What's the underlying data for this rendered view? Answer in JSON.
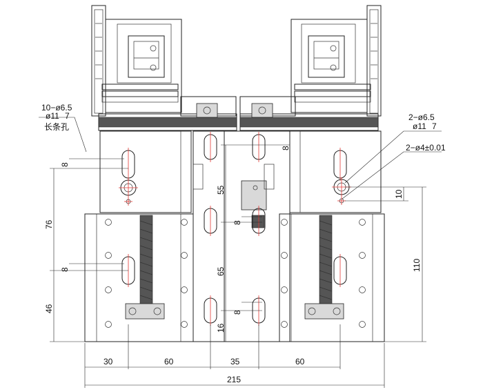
{
  "callouts": {
    "slot_holes_line1": "10−ø6.5",
    "slot_holes_line2": "ø11",
    "slot_holes_depth": "7",
    "slot_holes_line3": "长条孔",
    "holes_line1": "2−ø6.5",
    "holes_line2": "ø11",
    "holes_depth": "7",
    "pins_line1": "2−ø4±0.01"
  },
  "dimensions": {
    "horizontal": [
      "30",
      "60",
      "35",
      "60"
    ],
    "overall_width": "215",
    "left_vertical": [
      "8",
      "76",
      "8",
      "46"
    ],
    "center_vertical": [
      "8",
      "55",
      "8",
      "65",
      "8",
      "16"
    ],
    "right_vertical": [
      "10",
      "110"
    ]
  }
}
